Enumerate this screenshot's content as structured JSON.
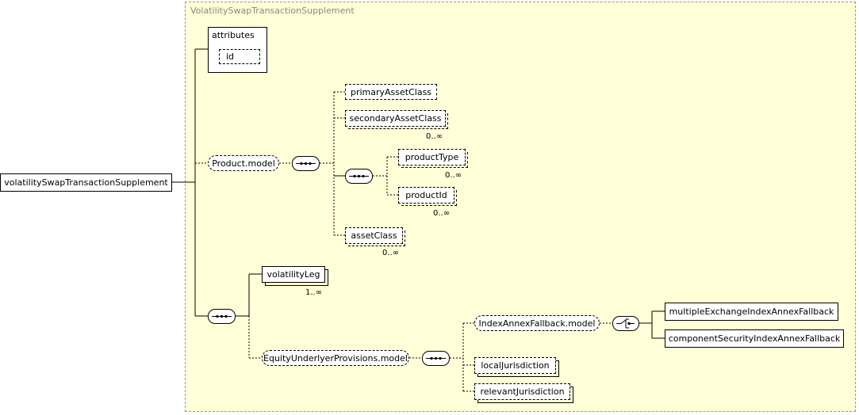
{
  "diagram": {
    "container_title": "VolatilitySwapTransactionSupplement",
    "root_element": "volatilitySwapTransactionSupplement",
    "attributes_label": "attributes",
    "attributes": [
      "id"
    ],
    "product_model": {
      "label": "Product.model",
      "children": {
        "primary_asset_class": "primaryAssetClass",
        "secondary_asset_class": "secondaryAssetClass",
        "secondary_asset_class_card": "0..∞",
        "product_type": "productType",
        "product_type_card": "0..∞",
        "product_id": "productId",
        "product_id_card": "0..∞",
        "asset_class": "assetClass",
        "asset_class_card": "0..∞"
      }
    },
    "volatility_leg": {
      "label": "volatilityLeg",
      "card": "1..∞"
    },
    "equity_model": {
      "label": "EquityUnderlyerProvisions.model",
      "index_annex_model": "IndexAnnexFallback.model",
      "multiple_exchange": "multipleExchangeIndexAnnexFallback",
      "component_security": "componentSecurityIndexAnnexFallback",
      "local_jurisdiction": "localJurisdiction",
      "relevant_jurisdiction": "relevantJurisdiction"
    }
  }
}
